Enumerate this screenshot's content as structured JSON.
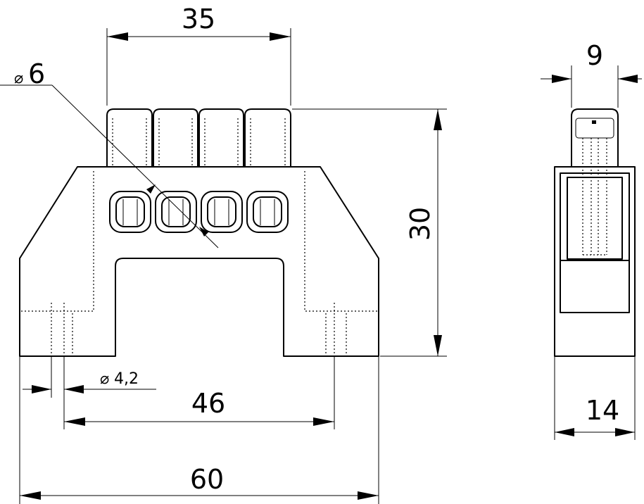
{
  "dimensions": {
    "top_width": "35",
    "hole_diameter": "6",
    "hole_diameter_symbol": "⌀",
    "height": "30",
    "mount_hole": "4,2",
    "mount_hole_symbol": "⌀",
    "mount_spacing": "46",
    "total_width": "60",
    "side_top": "9",
    "side_depth": "14"
  }
}
